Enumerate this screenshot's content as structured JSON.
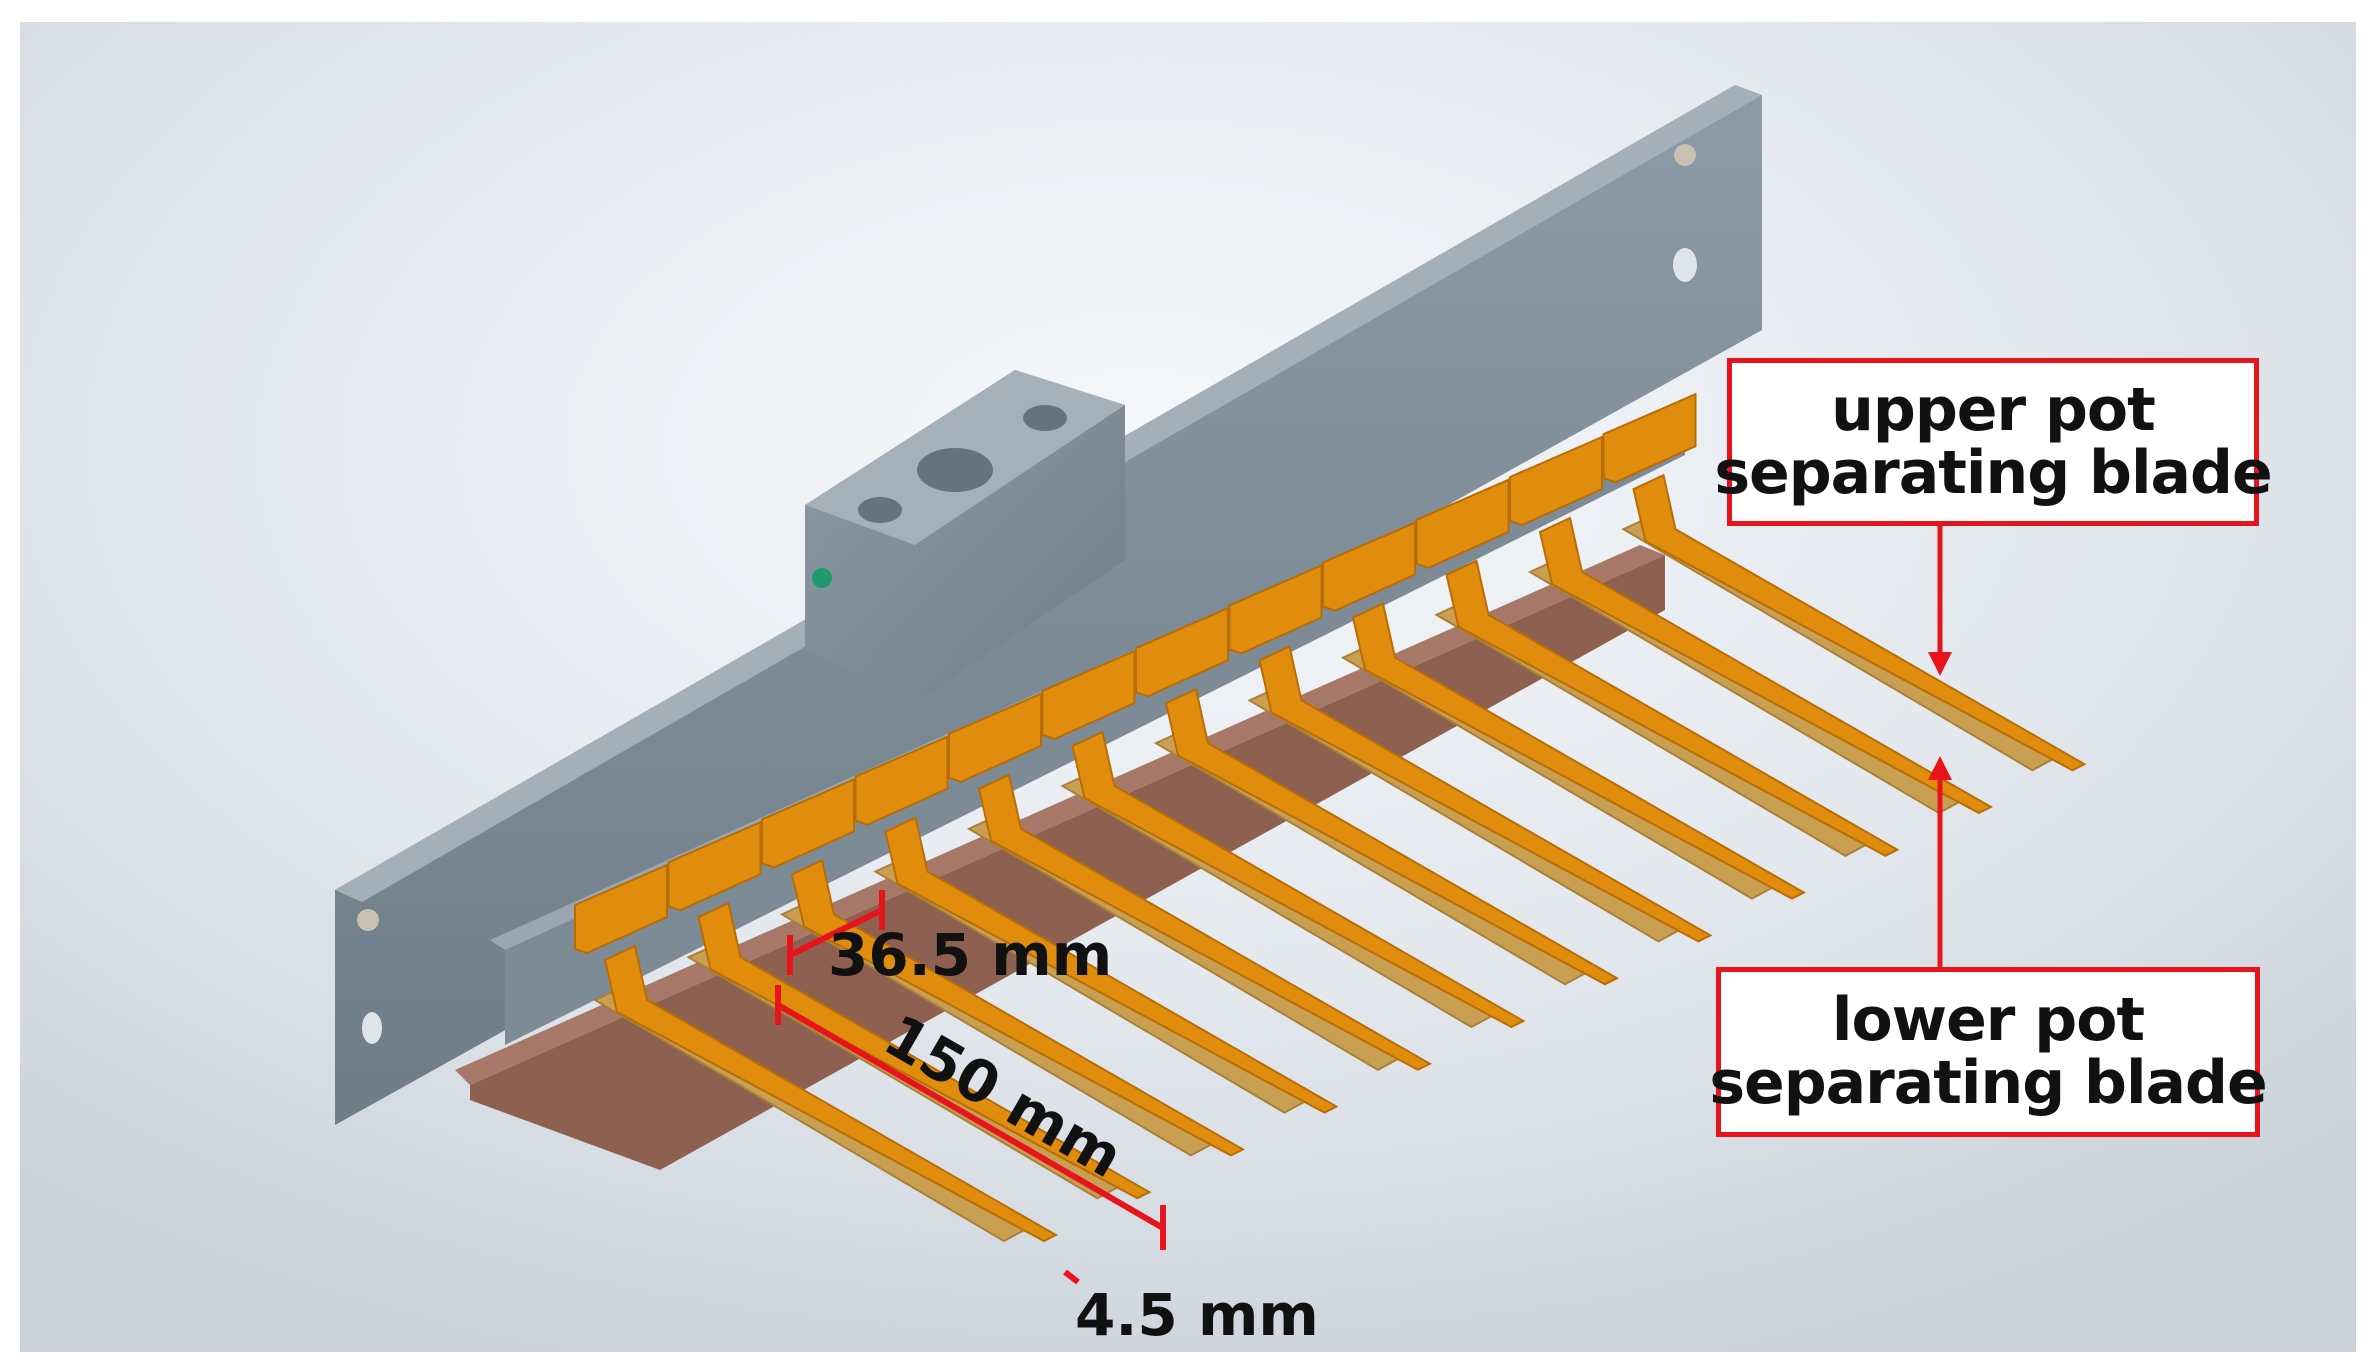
{
  "labels": {
    "upper_blade": [
      "upper pot",
      "separating blade"
    ],
    "lower_blade": [
      "lower pot",
      "separating blade"
    ]
  },
  "dimensions": {
    "pitch": "36.5 mm",
    "blade_length": "150 mm",
    "gap": "4.5 mm"
  },
  "components": {
    "blade_count": 12
  },
  "colors": {
    "background_top": "#cfd6dd",
    "frame": "#7f8e9a",
    "frame_dark": "#5f6d78",
    "upper_blade": "#e08c0c",
    "lower_blade": "#c9a052",
    "base_plate": "#9a6a58",
    "callout_red": "#e8141c"
  }
}
